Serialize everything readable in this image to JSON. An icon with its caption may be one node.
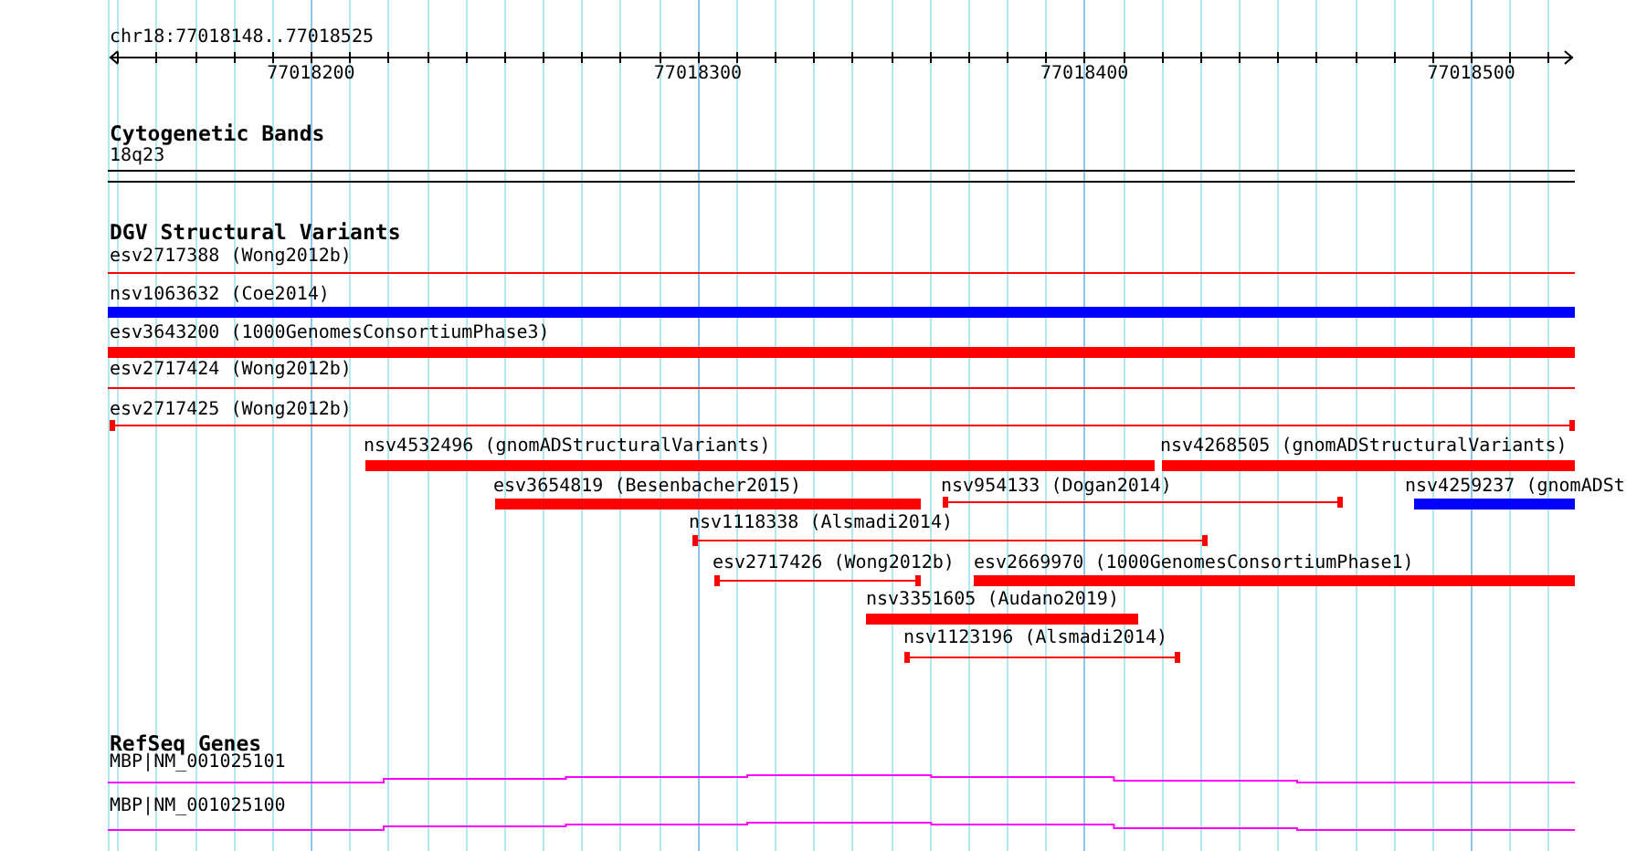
{
  "diagram": {
    "title": "chr18:77018148..77018525",
    "nodes": [
      {
        "text": [
          "18q23"
        ]
      },
      {
        "text": [
          "esv2717388 (Wong2012b)"
        ]
      },
      {
        "text": [
          "nsv1063632 (Coe2014)"
        ]
      },
      {
        "text": [
          "esv3643200 (1000GenomesConsortiumPhase3)"
        ]
      },
      {
        "text": [
          "esv2717424 (Wong2012b)"
        ]
      },
      {
        "text": [
          "esv2717425 (Wong2012b)"
        ]
      },
      {
        "text": [
          "nsv4532496 (gnomADStructuralVariants)"
        ]
      },
      {
        "text": [
          "nsv4268505 (gnomADStructuralVariants)"
        ]
      },
      {
        "text": [
          "esv3654819 (Besenbacher2015)"
        ]
      },
      {
        "text": [
          "nsv954133 (Dogan2014)"
        ]
      },
      {
        "text": [
          "nsv4259237 (gnomADSt"
        ]
      },
      {
        "text": [
          "nsv1118338 (Alsmadi2014)"
        ]
      },
      {
        "text": [
          "esv2717426 (Wong2012b)"
        ]
      },
      {
        "text": [
          "esv2669970 (1000GenomesConsortiumPhase1)"
        ]
      },
      {
        "text": [
          "nsv3351605 (Audano2019)"
        ]
      },
      {
        "text": [
          "nsv1123196 (Alsmadi2014)"
        ]
      },
      {
        "text": [
          "MBP|NM_001025101"
        ]
      },
      {
        "text": [
          "MBP|NM_001025100"
        ]
      }
    ],
    "labels": [
      "77018200",
      "77018300",
      "77018400",
      "77018500",
      "Cytogenetic Bands",
      "DGV Structural Variants",
      "RefSeq Genes"
    ]
  }
}
